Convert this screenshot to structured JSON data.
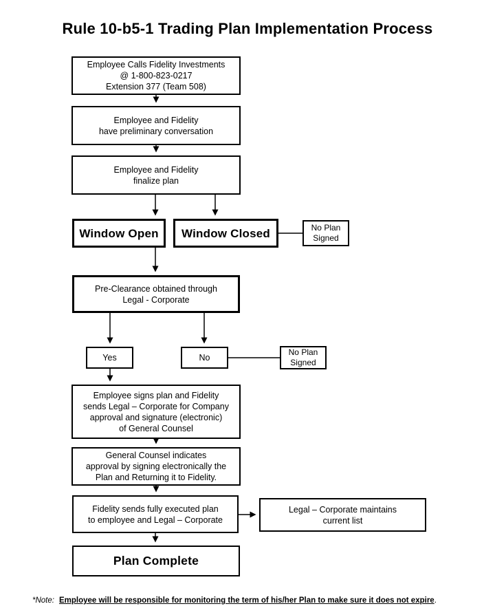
{
  "title": "Rule 10-b5-1 Trading Plan Implementation Process",
  "colors": {
    "ink": "#000000",
    "background": "#ffffff"
  },
  "nodes": {
    "call": {
      "text": "Employee Calls Fidelity Investments\n@ 1-800-823-0217\nExtension 377 (Team 508)"
    },
    "prelim": {
      "text": "Employee and Fidelity\nhave preliminary conversation"
    },
    "finalize": {
      "text": "Employee and Fidelity\nfinalize plan"
    },
    "window_open": {
      "text": "Window Open"
    },
    "window_closed": {
      "text": "Window Closed"
    },
    "no_plan_signed_top": {
      "text": "No Plan\nSigned"
    },
    "preclearance": {
      "text": "Pre-Clearance obtained through\nLegal - Corporate"
    },
    "yes": {
      "text": "Yes"
    },
    "no": {
      "text": "No"
    },
    "no_plan_signed_mid": {
      "text": "No Plan\nSigned"
    },
    "signs": {
      "text": "Employee signs plan and Fidelity\nsends Legal – Corporate for Company\napproval and signature (electronic)\nof General Counsel"
    },
    "counsel": {
      "text": "General Counsel indicates\napproval by signing electronically the\nPlan and Returning it to Fidelity."
    },
    "sends": {
      "text": "Fidelity sends fully executed plan\nto employee and Legal – Corporate"
    },
    "maintains": {
      "text": "Legal – Corporate maintains\ncurrent list"
    },
    "complete": {
      "text": "Plan Complete"
    }
  },
  "footnote": {
    "prefix": "*Note:",
    "text": "Employee will be responsible for monitoring the term of his/her Plan to make sure it does not expire",
    "suffix": "."
  }
}
